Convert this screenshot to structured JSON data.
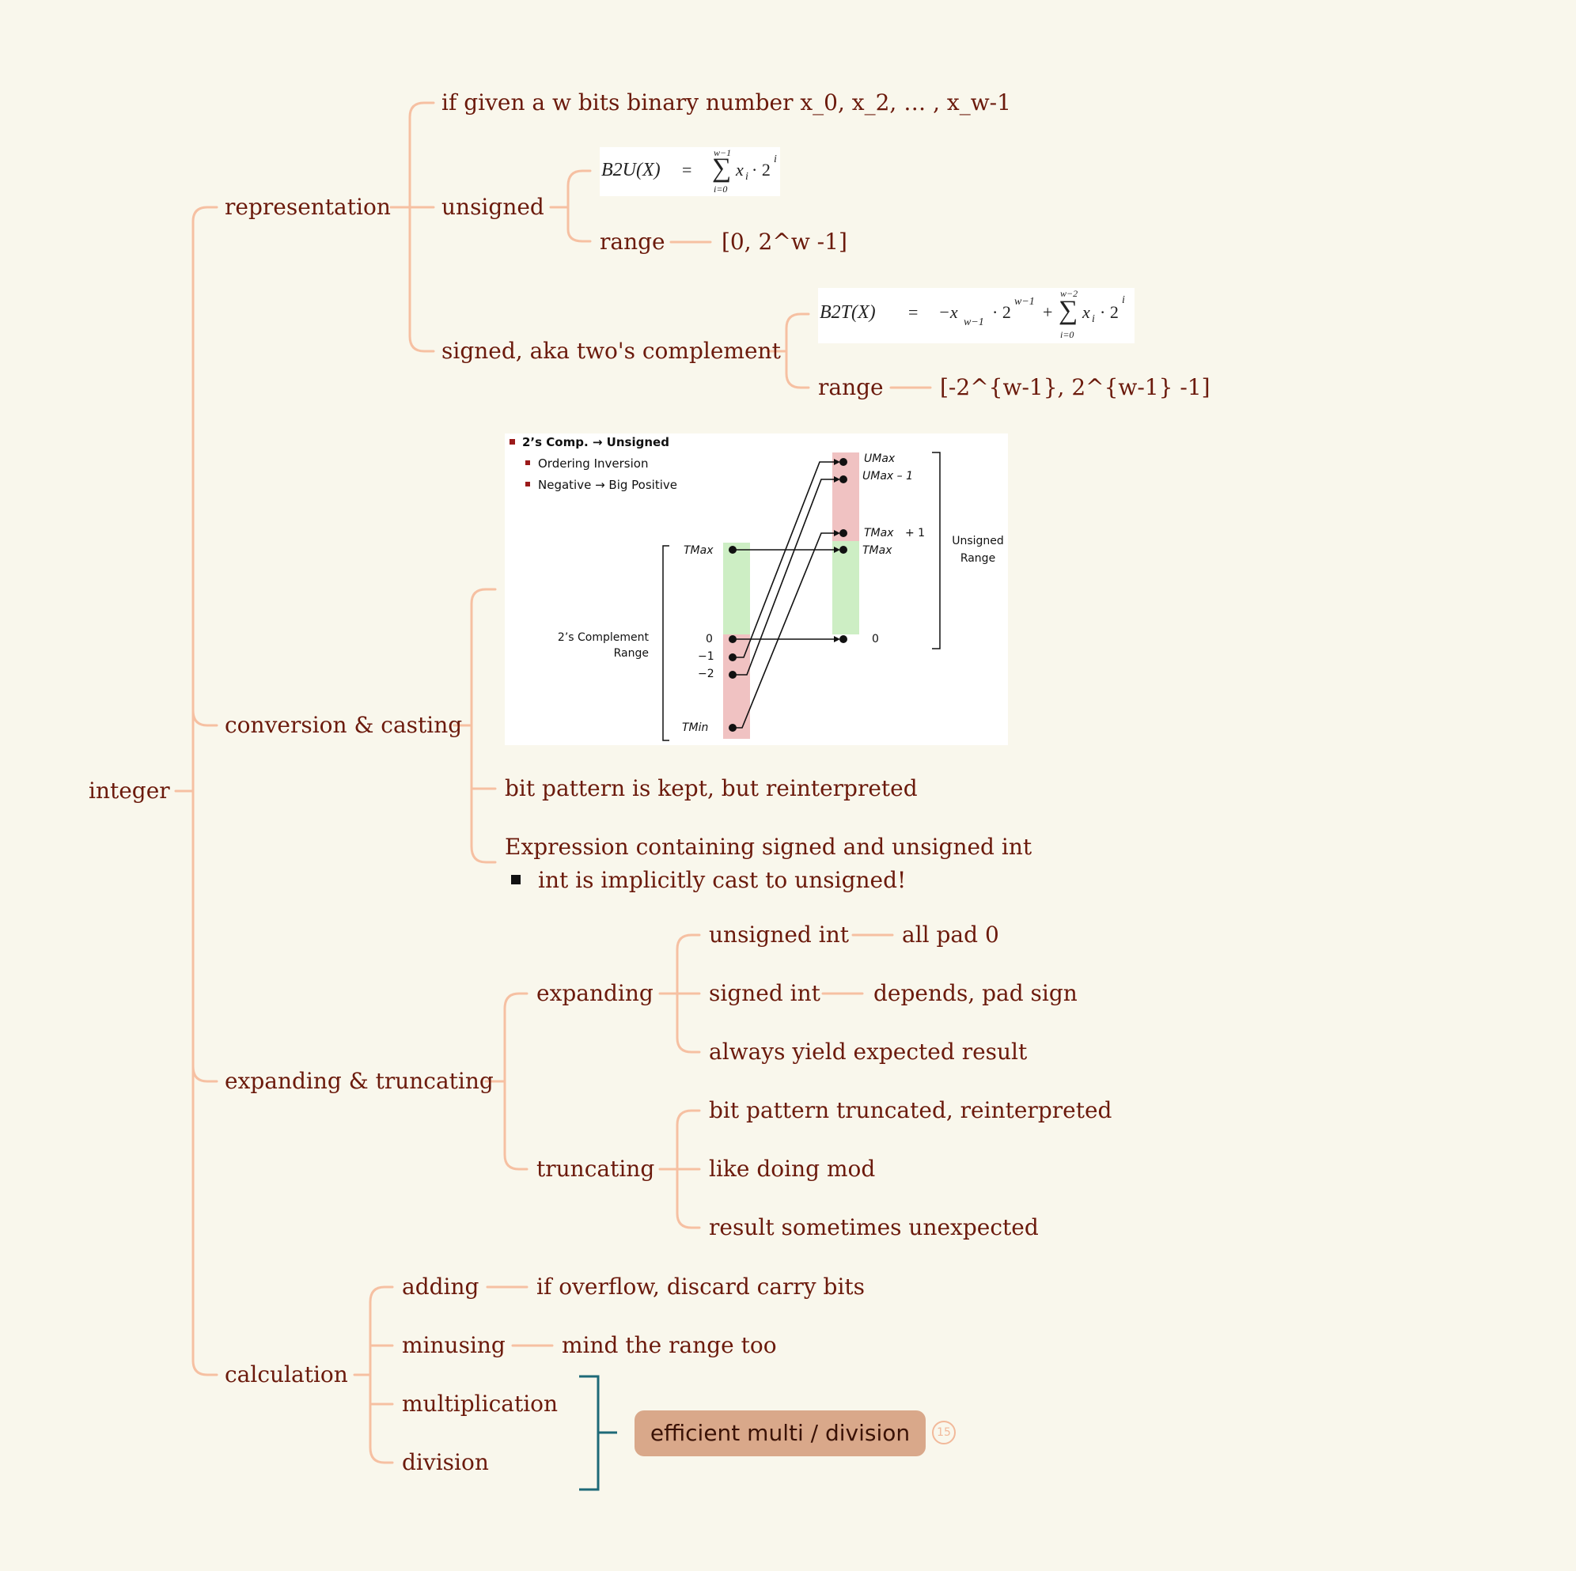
{
  "root": "integer",
  "representation": {
    "label": "representation",
    "given": "if given a w bits binary number x_0, x_2, … , x_w-1",
    "unsigned": {
      "label": "unsigned",
      "formula": {
        "lhs": "B2U(X)",
        "eq": "=",
        "top": "w−1",
        "bottom": "i=0",
        "term": "x",
        "sub": "i",
        "dot": "· 2",
        "sup": "i"
      },
      "range_label": "range",
      "range_value": "[0, 2^w -1]"
    },
    "signed": {
      "label": "signed, aka two's complement",
      "formula": {
        "lhs": "B2T(X)",
        "eq": "=",
        "neg": "−x",
        "negsub": "w−1",
        "negdot": "· 2",
        "negsup": "w−1",
        "plus": "+",
        "top": "w−2",
        "bottom": "i=0",
        "term": "x",
        "sub": "i",
        "dot": "· 2",
        "sup": "i"
      },
      "range_label": "range",
      "range_value": "[-2^{w-1}, 2^{w-1} -1]"
    }
  },
  "conversion": {
    "label": "conversion & casting",
    "figure": {
      "heading": "2’s Comp. → Unsigned",
      "bullet1": "Ordering Inversion",
      "bullet2": "Negative → Big Positive",
      "left_range": [
        "2’s Complement",
        "Range"
      ],
      "right_range": [
        "Unsigned",
        "Range"
      ],
      "left_labels": [
        "TMax",
        "0",
        "−1",
        "−2",
        "TMin"
      ],
      "right_labels": [
        "UMax",
        "UMax – 1",
        "TMax",
        "+ 1",
        "TMax",
        "0"
      ]
    },
    "kept": "bit pattern is kept, but reinterpreted",
    "expression": "Expression containing signed and unsigned int",
    "implicit": "int is implicitly cast to unsigned!"
  },
  "expanding_truncating": {
    "label": "expanding & truncating",
    "expanding": {
      "label": "expanding",
      "unsigned": "unsigned int",
      "unsigned_detail": "all pad 0",
      "signed": "signed int",
      "signed_detail": "depends, pad sign",
      "always": "always yield expected result"
    },
    "truncating": {
      "label": "truncating",
      "items": [
        "bit pattern truncated, reinterpreted",
        "like doing mod",
        "result sometimes unexpected"
      ]
    }
  },
  "calculation": {
    "label": "calculation",
    "adding": "adding",
    "adding_detail": "if overflow, discard carry bits",
    "minusing": "minusing",
    "minusing_detail": "mind the range too",
    "multiplication": "multiplication",
    "division": "division",
    "summary": "efficient multi / division",
    "badge": "15"
  },
  "colors": {
    "branch": "#f6c0a2",
    "text": "#6b1a0c",
    "bracket": "#1e6a78",
    "callout": "#d9a88a",
    "background": "#f9f7ec"
  }
}
